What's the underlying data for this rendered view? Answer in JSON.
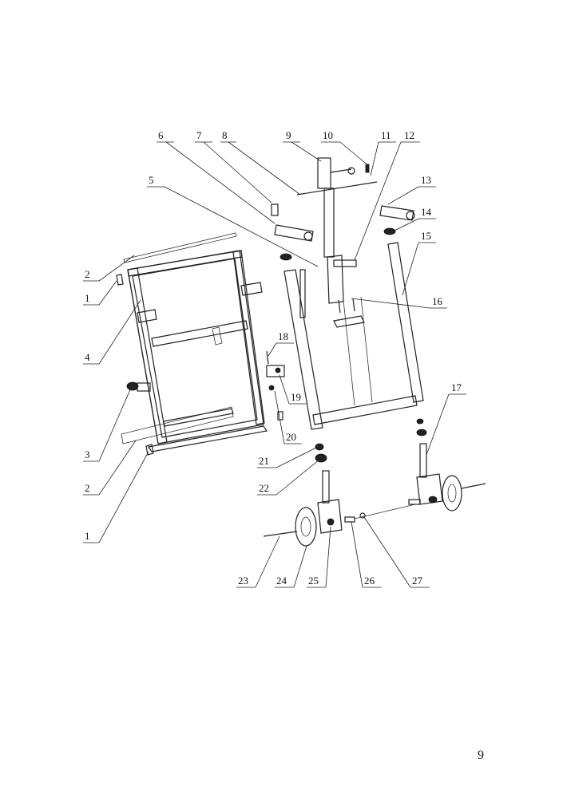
{
  "page_number": "9",
  "part_labels": [
    "1",
    "2",
    "3",
    "4",
    "5",
    "6",
    "7",
    "8",
    "9",
    "10",
    "11",
    "12",
    "13",
    "14",
    "15",
    "16",
    "17",
    "18",
    "19",
    "20",
    "21",
    "22",
    "23",
    "24",
    "25",
    "26",
    "27"
  ]
}
